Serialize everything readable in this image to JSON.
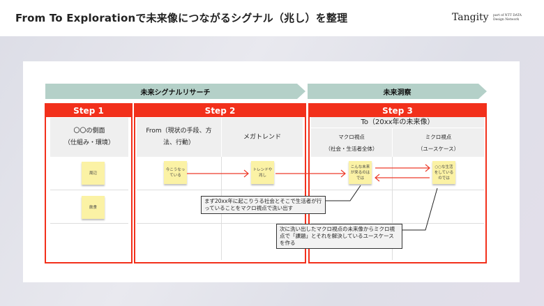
{
  "header": {
    "title": "From To Explorationで未来像につながるシグナル（兆し）を整理",
    "logo": "Tangity",
    "logo_sub_1": "part of NTT DATA",
    "logo_sub_2": "Design Network"
  },
  "phases": [
    "未来シグナルリサーチ",
    "未来洞察"
  ],
  "steps": [
    {
      "label": "Step 1",
      "header_1": "〇〇の側面",
      "header_2": "（仕組み・環境）"
    },
    {
      "label": "Step 2",
      "col1_1": "From（現状の手段、方",
      "col1_2": "法、行動）",
      "col2": "メガトレンド"
    },
    {
      "label": "Step 3",
      "top": "To（20xx年の未来像）",
      "col1_1": "マクロ視点",
      "col1_2": "（社会・生活者全体）",
      "col2_1": "ミクロ視点",
      "col2_2": "（ユースケース）"
    }
  ],
  "stickies": [
    "周辺",
    "飲食",
    "今こうなっている",
    "トレンドや兆し",
    "こんな未来が来るのはでは",
    "○○な生活をしているのでは"
  ],
  "callouts": [
    "まず20xx年に起こりうる社会とそこで生活者が行っていることをマクロ視点で洗い出す",
    "次に洗い出したマクロ視点の未来像からミクロ視点で「課題」とそれを解決しているユースケースを作る"
  ],
  "colors": {
    "accent": "#f2301b",
    "phase": "#b4d0c8",
    "sticky": "#fbf2a5"
  }
}
